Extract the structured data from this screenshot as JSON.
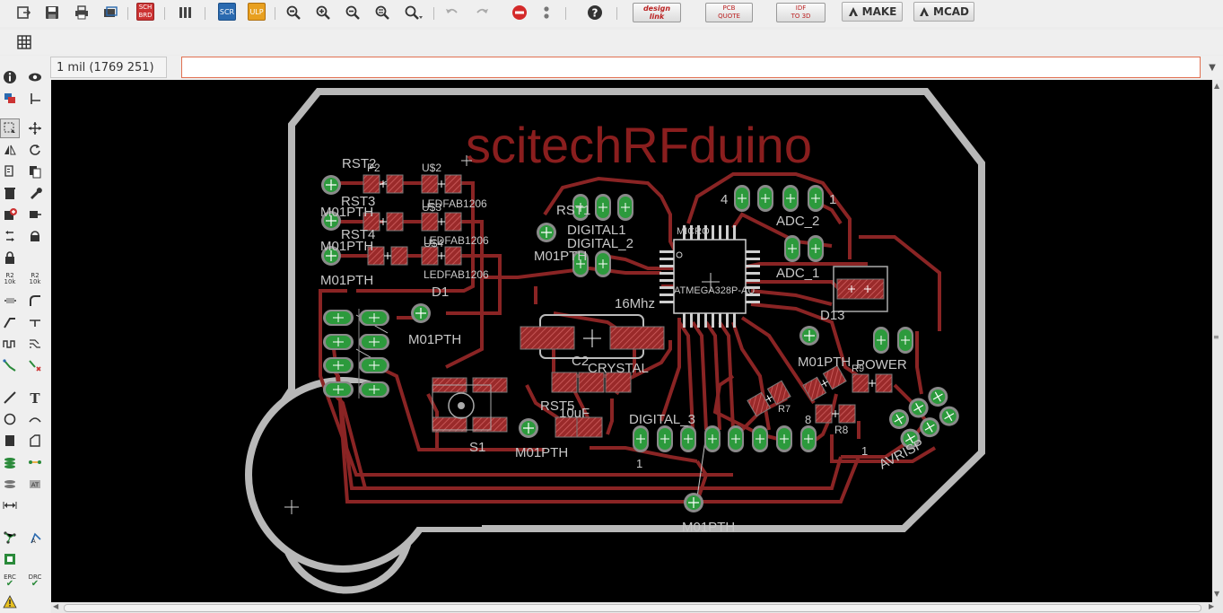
{
  "toolbar": {
    "badges": [
      "SCH\nBRD",
      "SCR",
      "ULP"
    ],
    "design_link": "design\nlink",
    "pcb_quote": "PCB\nQUOTE",
    "idf_to_3d": "IDF\nTO 3D",
    "make_label": "MAKE",
    "mcad_label": "MCAD"
  },
  "status": {
    "coordinate": "1 mil (1769 251)",
    "command_value": ""
  },
  "left_tools": {
    "r2_label": "R2",
    "r2_sub": "10k",
    "erc_label": "ERC",
    "drc_label": "DRC"
  },
  "board": {
    "title": "scitechRFduino",
    "labels": {
      "rst2": "RST2",
      "rst3": "RST3",
      "rst4": "RST4",
      "p2": "P2",
      "us2": "U$2",
      "us3": "U$3",
      "us4": "U$4",
      "ledfab1": "LEDFAB1206",
      "ledfab2": "LEDFAB1206",
      "ledfab3": "LEDFAB1206",
      "m01pth_a": "M01PTH",
      "m01pth_b": "M01PTH",
      "m01pth_c": "M01PTH",
      "m01pth_d": "M01PTH",
      "m01pth_e": "M01PTH",
      "m01pth_f": "M01PTH",
      "m01pth_g": "M01PTH",
      "m01pth_h": "M01PTH",
      "d1": "D1",
      "rst1": "RST1",
      "digital1": "DIGITAL1",
      "digital2": "DIGITAL_2",
      "digital3": "DIGITAL_3",
      "micro": "MICRO",
      "atmega": "ATMEGA328P-AU",
      "mhz": "16Mhz",
      "crystal": "CRYSTAL",
      "c2": "C2",
      "rst5": "RST5",
      "f10": "10uF",
      "s1": "S1",
      "adc1": "ADC_1",
      "adc2": "ADC_2",
      "d13": "D13",
      "power": "POWER",
      "r8": "R8",
      "r9": "R9",
      "r7": "R7",
      "avrisp": "AVRISP",
      "num4": "4",
      "num1a": "1",
      "num1b": "1",
      "num1c": "1",
      "num8": "8"
    }
  }
}
